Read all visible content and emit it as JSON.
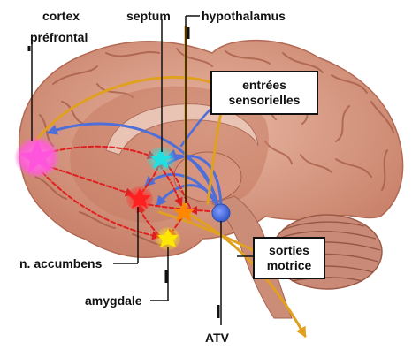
{
  "labels": {
    "cortex_line1": "cortex",
    "cortex_line2": "préfrontal",
    "septum": "septum",
    "hypothalamus": "hypothalamus",
    "accumbens": "n. accumbens",
    "amygdale": "amygdale",
    "atv": "ATV"
  },
  "boxes": {
    "entrees_line1": "entrées",
    "entrees_line2": "sensorielles",
    "sorties_line1": "sorties",
    "sorties_line2": "motrice"
  },
  "colors": {
    "brain": "#dba38c",
    "brain_dark": "#a8614e",
    "cerebellum": "#c88a78",
    "prefrontal_blob": "#ff66dd",
    "septum_blob": "#22dddd",
    "accumbens_blob": "#ff2a2a",
    "amygdala_blob": "#ffee00",
    "atv_blob": "#4a78e0",
    "hypothalamus_blob": "#ff8800",
    "blue_path": "#4f6fd8",
    "orange_path": "#e0a020",
    "red_path": "#e02020"
  }
}
